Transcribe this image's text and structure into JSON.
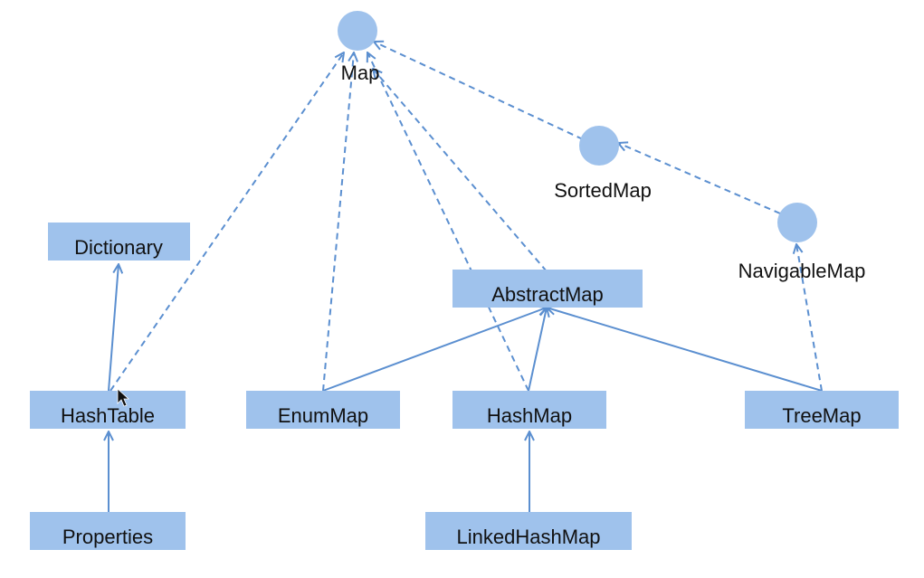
{
  "nodes": {
    "map": {
      "label": "Map",
      "kind": "interface"
    },
    "sorted_map": {
      "label": "SortedMap",
      "kind": "interface"
    },
    "navigable_map": {
      "label": "NavigableMap",
      "kind": "interface"
    },
    "dictionary": {
      "label": "Dictionary",
      "kind": "class"
    },
    "abstract_map": {
      "label": "AbstractMap",
      "kind": "class"
    },
    "hash_table": {
      "label": "HashTable",
      "kind": "class"
    },
    "enum_map": {
      "label": "EnumMap",
      "kind": "class"
    },
    "hash_map": {
      "label": "HashMap",
      "kind": "class"
    },
    "tree_map": {
      "label": "TreeMap",
      "kind": "class"
    },
    "properties": {
      "label": "Properties",
      "kind": "class"
    },
    "linked_hash_map": {
      "label": "LinkedHashMap",
      "kind": "class"
    }
  },
  "edges": [
    {
      "from": "hash_table",
      "to": "dictionary",
      "style": "solid"
    },
    {
      "from": "properties",
      "to": "hash_table",
      "style": "solid"
    },
    {
      "from": "linked_hash_map",
      "to": "hash_map",
      "style": "solid"
    },
    {
      "from": "enum_map",
      "to": "abstract_map",
      "style": "solid"
    },
    {
      "from": "hash_map",
      "to": "abstract_map",
      "style": "solid"
    },
    {
      "from": "tree_map",
      "to": "abstract_map",
      "style": "solid"
    },
    {
      "from": "hash_table",
      "to": "map",
      "style": "dashed"
    },
    {
      "from": "enum_map",
      "to": "map",
      "style": "dashed"
    },
    {
      "from": "hash_map",
      "to": "map",
      "style": "dashed"
    },
    {
      "from": "abstract_map",
      "to": "map",
      "style": "dashed"
    },
    {
      "from": "sorted_map",
      "to": "map",
      "style": "dashed"
    },
    {
      "from": "navigable_map",
      "to": "sorted_map",
      "style": "dashed"
    },
    {
      "from": "tree_map",
      "to": "navigable_map",
      "style": "dashed"
    }
  ],
  "colors": {
    "node_fill": "#9fc2ec",
    "edge_stroke": "#5b8fd0",
    "text": "#111111"
  },
  "cursor": {
    "icon": "mouse-pointer-icon"
  }
}
